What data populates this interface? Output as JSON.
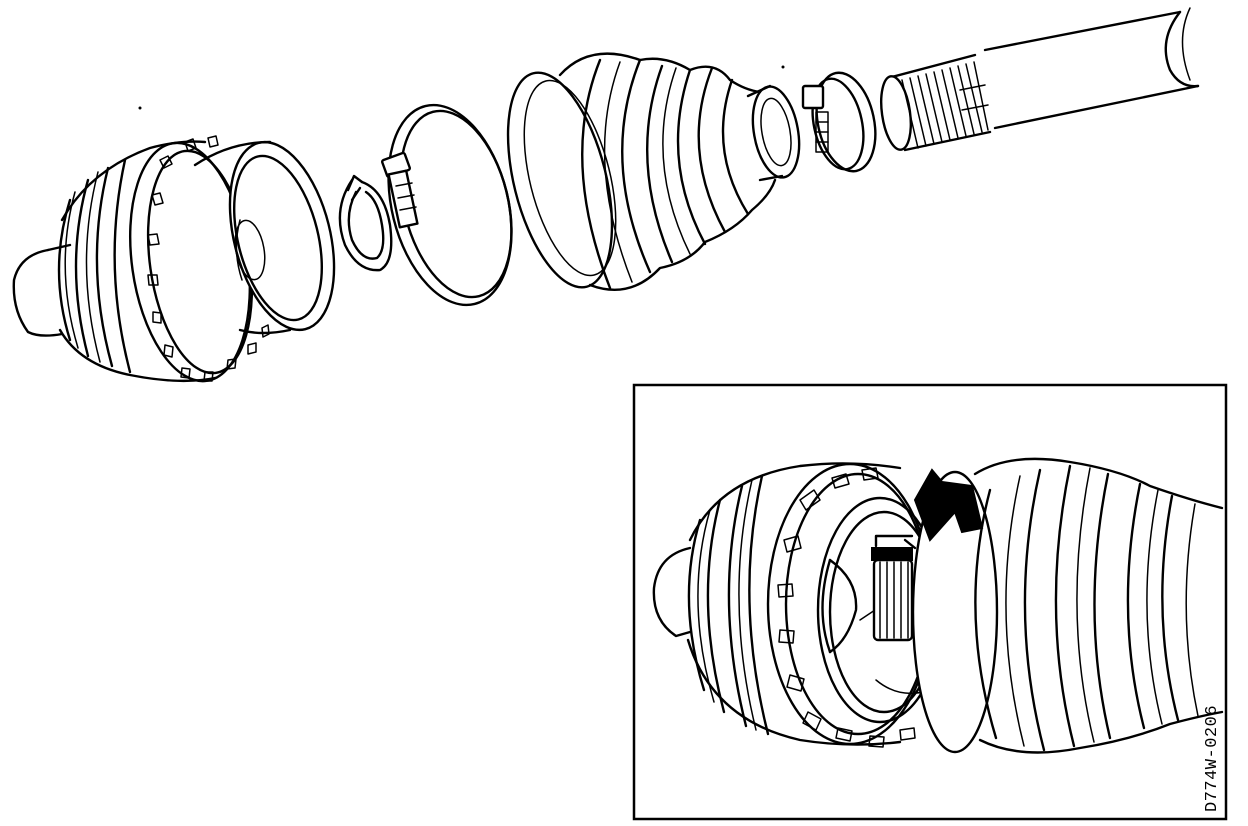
{
  "figure": {
    "reference_code": "D774W-0206",
    "parts": [
      "outer-cv-joint",
      "circlip",
      "large-hose-clamp",
      "cv-boot",
      "small-hose-clamp",
      "splined-axle-shaft"
    ],
    "inset": {
      "description_parts": [
        "cv-joint-assembled",
        "boot-lip",
        "circlip-groove",
        "pointer-arrow"
      ]
    }
  }
}
